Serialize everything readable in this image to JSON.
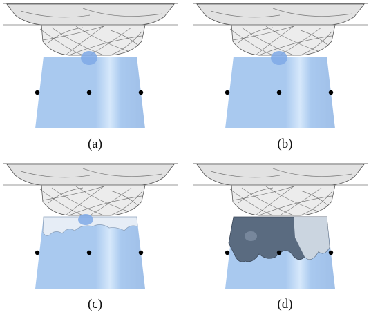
{
  "figure": {
    "panels": [
      {
        "id": "a",
        "label": "(a)",
        "fill_stage": 0
      },
      {
        "id": "b",
        "label": "(b)",
        "fill_stage": 0
      },
      {
        "id": "c",
        "label": "(c)",
        "fill_stage": 1
      },
      {
        "id": "d",
        "label": "(d)",
        "fill_stage": 2
      }
    ],
    "colors": {
      "liquid": "#a9c9ef",
      "liquid_highlight": "#d6e8fb",
      "bubble": "#7fa9e6",
      "interface_dark": "#5a6b80",
      "interface_light": "#e6edf6",
      "impeller_line": "#555555",
      "impeller_fill": "#e2e2e2",
      "probe": "#000000"
    },
    "probes_per_panel": 3
  }
}
